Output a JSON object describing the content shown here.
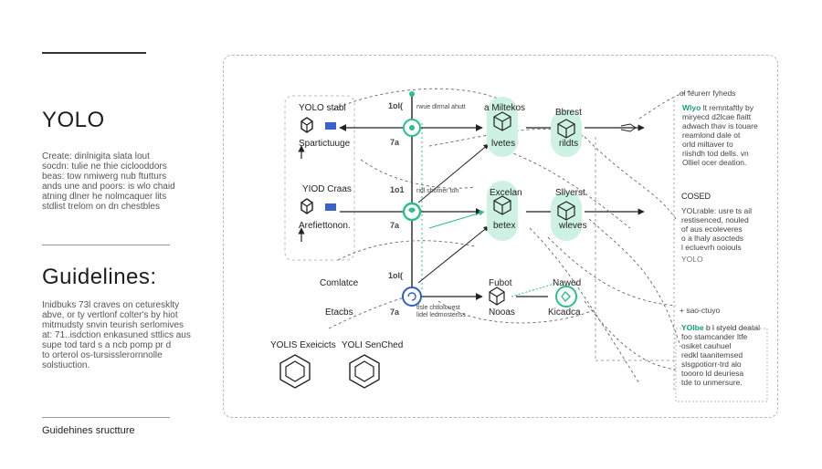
{
  "sidebar": {
    "title": "YOLO",
    "intro": "Create: dinlnigita slata lout\nsocdn: tulie ne thie ciclooddors\nbeas: tow nmiwerg nub ftutturs\nands une and poors: is wlo chaid\natning dlner he nolmcaquer lits\nstdlist trelom on dn chestbles",
    "guidelines_title": "Guidelines:",
    "guidelines_text": "Inidbuks 73l craves on ceturesklty\nabve, or ty vertlonf colter's by hiot\nmitmudsty snvin teurish serlomives\nat: 71..isdction enkasuned sttlics aus\nsupe tod tard s a ncb pomp pr d\nto orterol os-tursisslerornnolle\nsolstiuction.",
    "footer": "Guidehines sructture"
  },
  "diagram": {
    "left_nodes": [
      {
        "top": "YOLO stabl",
        "bottom": "Spartictuuge"
      },
      {
        "top": "YIOD Craas",
        "bottom": "Arefiettonon."
      }
    ],
    "left_bottom": {
      "top": "Comlatce",
      "bottom": "Etacbs"
    },
    "hex_labels": [
      "YOLIS Exeicicts",
      "YOLI SenChed"
    ],
    "hub_labels": [
      "1ol(",
      "1o1",
      "1ol("
    ],
    "hub_sub": [
      "7a",
      "7a",
      "7a"
    ],
    "hub_mini": [
      "rwue dlrmal ahutt",
      "ridl shotner ton",
      "tlsle chtloiouest\nlidel ledmostenss"
    ],
    "mid_nodes": [
      {
        "top": "a Miltekos",
        "bottom": "lvetes"
      },
      {
        "top": "Excelan",
        "bottom": "betex"
      },
      {
        "top": "Fubot",
        "bottom": "Nooas"
      }
    ],
    "right_nodes": [
      {
        "top": "Bbrest",
        "bottom": "rildts"
      },
      {
        "top": "Sllyerst",
        "bottom": "wleves"
      },
      {
        "top": "Nawed",
        "bottom": "Kicadca"
      }
    ],
    "notes": [
      {
        "head": "ol feurerr fyheds",
        "hl": "Wlyo",
        "text": "lt remntaftly by\nmiryecd d2lcae flaitt\nadwach thav is touare\nreamlond dale ot\norld miltaver to\nriishdh tod dells. vn\nOlliel ocer deation."
      },
      {
        "head": "COSED",
        "hl": "",
        "text": "YOLrable: usre ts ail\nrestisenced, nouled\nof aus ecoleveres\no a lhaly asocteds\nl ecluevrh ooiouls"
      },
      {
        "head": "YOLO",
        "hl": "",
        "text": ""
      },
      {
        "head": "+ sao-ctuyo",
        "hl": "YOlbe",
        "text": "b l styeld deatal\nfoo stamcander ltfe\nosiket cauhuel\nredkl taanitemsed\nslsgpotiorr-trd alo\ntoooro ld deuriesa\ntde to unmersure."
      }
    ],
    "accent_color": "#2bbf8a",
    "mint_color": "#cdf1e2"
  }
}
